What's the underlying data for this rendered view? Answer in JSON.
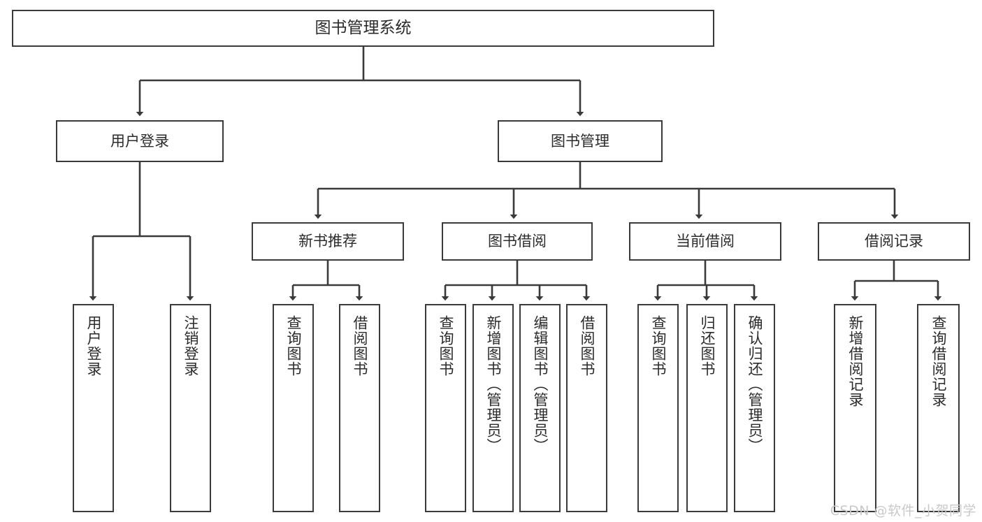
{
  "diagram": {
    "title": "图书管理系统",
    "type": "hierarchy-tree",
    "line_color": "#3a3a3a",
    "text_color": "#2b2b2b",
    "background": "#ffffff",
    "root": {
      "label": "图书管理系统"
    },
    "level1": [
      {
        "label": "用户登录"
      },
      {
        "label": "图书管理"
      }
    ],
    "level2": [
      {
        "label": "新书推荐"
      },
      {
        "label": "图书借阅"
      },
      {
        "label": "当前借阅"
      },
      {
        "label": "借阅记录"
      }
    ],
    "leaves": {
      "user_login": [
        {
          "label": "用户登录"
        },
        {
          "label": "注销登录"
        }
      ],
      "new_book_recommend": [
        {
          "label": "查询图书"
        },
        {
          "label": "借阅图书"
        }
      ],
      "book_borrow": [
        {
          "label": "查询图书"
        },
        {
          "label": "新增图书（管理员）"
        },
        {
          "label": "编辑图书（管理员）"
        },
        {
          "label": "借阅图书"
        }
      ],
      "current_borrow": [
        {
          "label": "查询图书"
        },
        {
          "label": "归还图书"
        },
        {
          "label": "确认归还（管理员）"
        }
      ],
      "borrow_record": [
        {
          "label": "新增借阅记录"
        },
        {
          "label": "查询借阅记录"
        }
      ]
    }
  },
  "watermark": {
    "text": "CSDN @软件_小贺同学"
  }
}
